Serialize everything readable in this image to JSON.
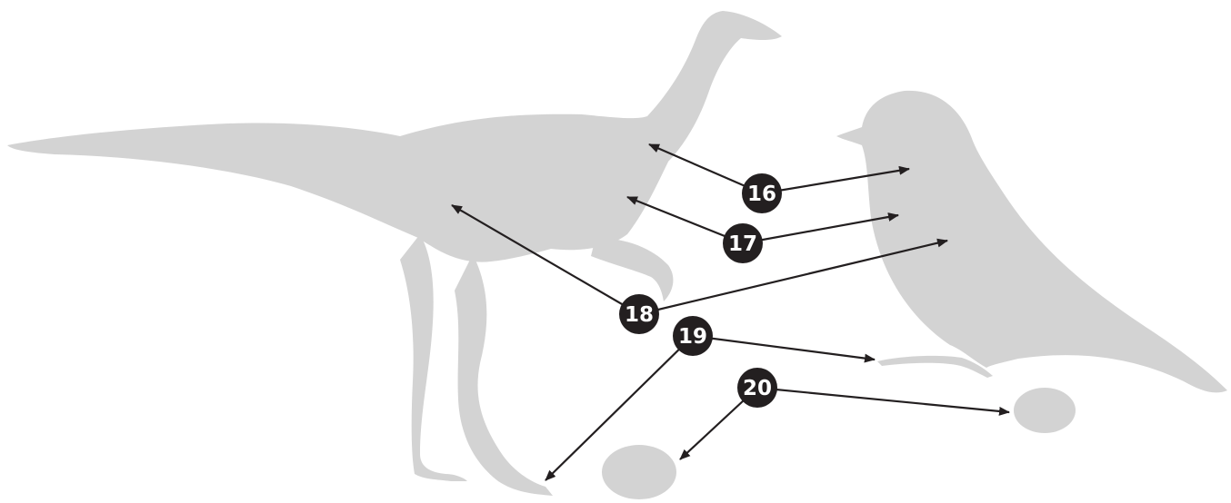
{
  "colors": {
    "silhouette": "#d3d3d3",
    "marker_fill": "#231f20",
    "marker_text": "#ffffff",
    "arrow": "#231f20",
    "background": "#ffffff"
  },
  "figures": [
    "dinosaur-silhouette",
    "bird-silhouette",
    "dinosaur-egg",
    "bird-egg"
  ],
  "labels": {
    "n16": "16",
    "n17": "17",
    "n18": "18",
    "n19": "19",
    "n20": "20"
  }
}
